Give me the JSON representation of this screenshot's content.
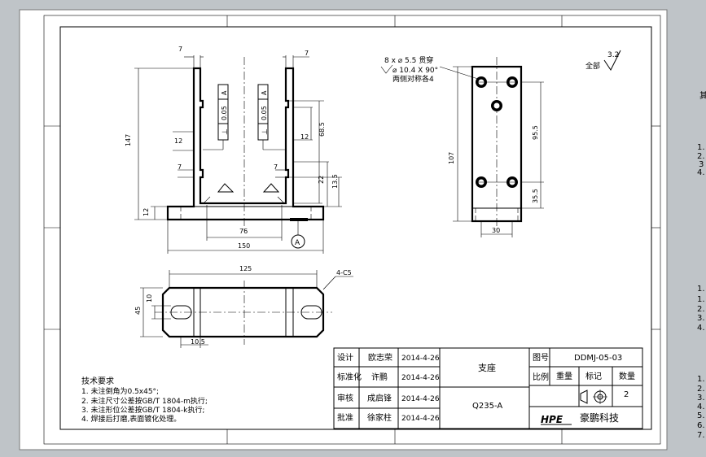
{
  "surface": {
    "gray": "#bfc4c8",
    "paper": "#ffffff",
    "stroke": "#000000"
  },
  "views": {
    "front": {
      "dims": {
        "top_left_7": "7",
        "top_right_7": "7",
        "height_147": "147",
        "left_12": "12",
        "left_7": "7",
        "bottom_12": "12",
        "w76": "76",
        "w150": "150",
        "r12": "12",
        "r68_5": "68.5",
        "r7": "7",
        "r22": "22",
        "r13_5": "13.5"
      },
      "tolerance": {
        "sym": "⊥",
        "value": "0.05",
        "datum": "A"
      },
      "datum_label": "A"
    },
    "side": {
      "hole_note": [
        "8 x ⌀ 5.5 贯穿",
        "⌀ 10.4 X 90°",
        "两侧对称各4"
      ],
      "roughness": {
        "prefix": "全部",
        "value": "3.2"
      },
      "dims": {
        "h107": "107",
        "h95_5": "95.5",
        "h35_5": "35.5",
        "w30": "30"
      }
    },
    "bottom": {
      "dims": {
        "w125": "125",
        "h45": "45",
        "h10": "10",
        "w10_5": "10.5",
        "chamfer": "4-C5"
      }
    }
  },
  "tech_req": {
    "title": "技术要求",
    "items": [
      "1. 未注倒角为0.5x45°;",
      "2. 未注尺寸公差按GB/T 1804-m执行;",
      "3. 未注形位公差按GB/T 1804-k执行;",
      "4. 焊接后打磨,表面镀化处理。"
    ]
  },
  "title_block": {
    "roles": [
      "设计",
      "标准化",
      "审核",
      "批准"
    ],
    "names": [
      "欧志荣",
      "许鹏",
      "成启锋",
      "徐家柱"
    ],
    "dates": [
      "2014-4-26",
      "2014-4-26",
      "2014-4-26",
      "2014-4-26"
    ],
    "part_name": "支座",
    "material": "Q235-A",
    "drawing_no_label": "图号",
    "drawing_no": "DDMJ-05-03",
    "scale_label": "比例",
    "weight_label": "重量",
    "mark_label": "标记",
    "qty_label": "数量",
    "qty": "2",
    "logo": "HPE",
    "company": "豪鹏科技"
  },
  "right_margin": {
    "top_char": "其",
    "groups": [
      [
        "1.",
        "2.",
        "3",
        "4."
      ],
      [
        "1.",
        "1.",
        "2.",
        "3.",
        "4."
      ],
      [
        "1.",
        "2.",
        "3.",
        "4.",
        "5.",
        "6.",
        "7."
      ]
    ]
  }
}
